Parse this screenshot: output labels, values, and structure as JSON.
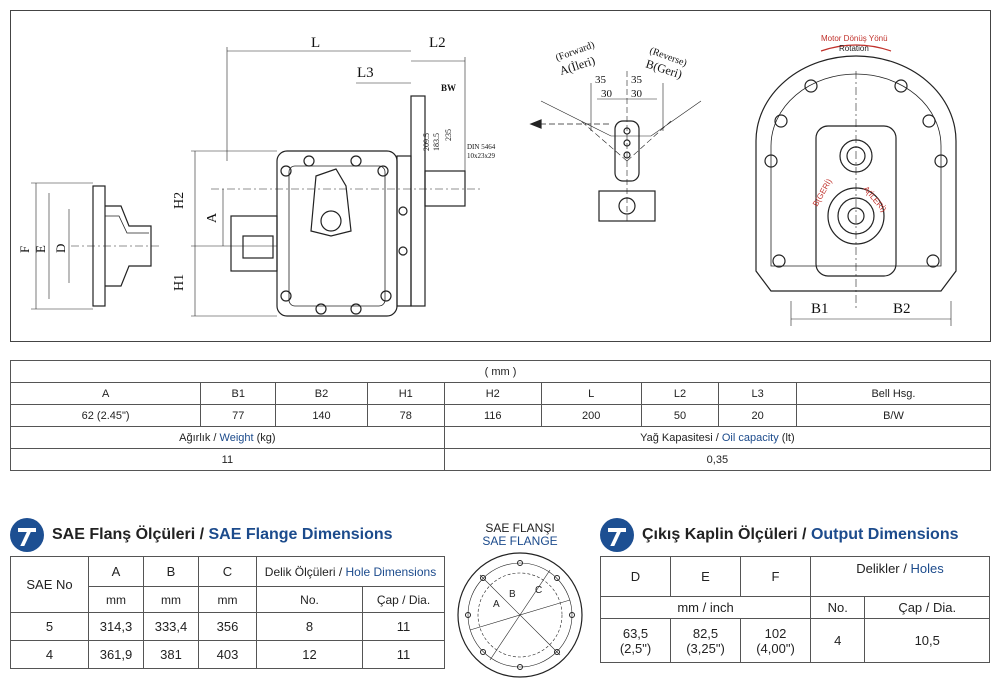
{
  "drawing": {
    "dim_L": "L",
    "dim_L2": "L2",
    "dim_L3": "L3",
    "dim_BW": "BW",
    "dim_H1": "H1",
    "dim_H2": "H2",
    "dim_A": "A",
    "dim_F": "F",
    "dim_E": "E",
    "dim_D": "D",
    "dim_2095": "209.5",
    "dim_1835": "183.5",
    "dim_235": "235",
    "din_label": "DIN 5464",
    "din_spec": "10x23x29",
    "forward_en": "(Forward)",
    "forward_tr": "A(İleri)",
    "reverse_en": "(Reverse)",
    "reverse_tr": "B(Geri)",
    "angle_35_left": "35",
    "angle_35_right": "35",
    "angle_30_left": "30",
    "angle_30_right": "30",
    "rotation_tr": "Motor Dönüş Yönü",
    "rotation_en": "Rotation",
    "b_geri": "B(GERİ)",
    "a_ileri": "A(İLERİ)",
    "dim_B1": "B1",
    "dim_B2": "B2"
  },
  "specs": {
    "unit": "( mm )",
    "headers": [
      "A",
      "B1",
      "B2",
      "H1",
      "H2",
      "L",
      "L2",
      "L3",
      "Bell Hsg."
    ],
    "values": [
      "62 (2.45\")",
      "77",
      "140",
      "78",
      "116",
      "200",
      "50",
      "20",
      "B/W"
    ],
    "weight_tr": "Ağırlık / ",
    "weight_en": "Weight",
    "weight_unit": " (kg)",
    "oil_tr": "Yağ Kapasitesi / ",
    "oil_en": "Oil capacity",
    "oil_unit": " (lt)",
    "weight_value": "11",
    "oil_value": "0,35"
  },
  "sae": {
    "title_tr": "SAE Flanş Ölçüleri / ",
    "title_en": "SAE Flange Dimensions",
    "col_sae": "SAE No",
    "col_a": "A",
    "col_b": "B",
    "col_c": "C",
    "col_holes_tr": "Delik Ölçüleri / ",
    "col_holes_en": "Hole Dimensions",
    "unit_mm": "mm",
    "col_no": "No.",
    "col_dia": "Çap / Dia.",
    "rows": [
      {
        "sae": "5",
        "a": "314,3",
        "b": "333,4",
        "c": "356",
        "no": "8",
        "dia": "11"
      },
      {
        "sae": "4",
        "a": "361,9",
        "b": "381",
        "c": "403",
        "no": "12",
        "dia": "11"
      }
    ],
    "diagram_tr": "SAE FLANŞI",
    "diagram_en": "SAE FLANGE",
    "diagram_a": "A",
    "diagram_b": "B",
    "diagram_c": "C"
  },
  "output": {
    "title_tr": "Çıkış Kaplin Ölçüleri / ",
    "title_en": "Output Dimensions",
    "col_d": "D",
    "col_e": "E",
    "col_f": "F",
    "col_holes_tr": "Delikler / ",
    "col_holes_en": "Holes",
    "unit": "mm / inch",
    "col_no": "No.",
    "col_dia": "Çap / Dia.",
    "d_mm": "63,5",
    "d_in": "(2,5\")",
    "e_mm": "82,5",
    "e_in": "(3,25\")",
    "f_mm": "102",
    "f_in": "(4,00\")",
    "holes_no": "4",
    "holes_dia": "10,5"
  },
  "colors": {
    "accent_blue": "#1c4b8c",
    "rotation_red": "#c0302a"
  }
}
